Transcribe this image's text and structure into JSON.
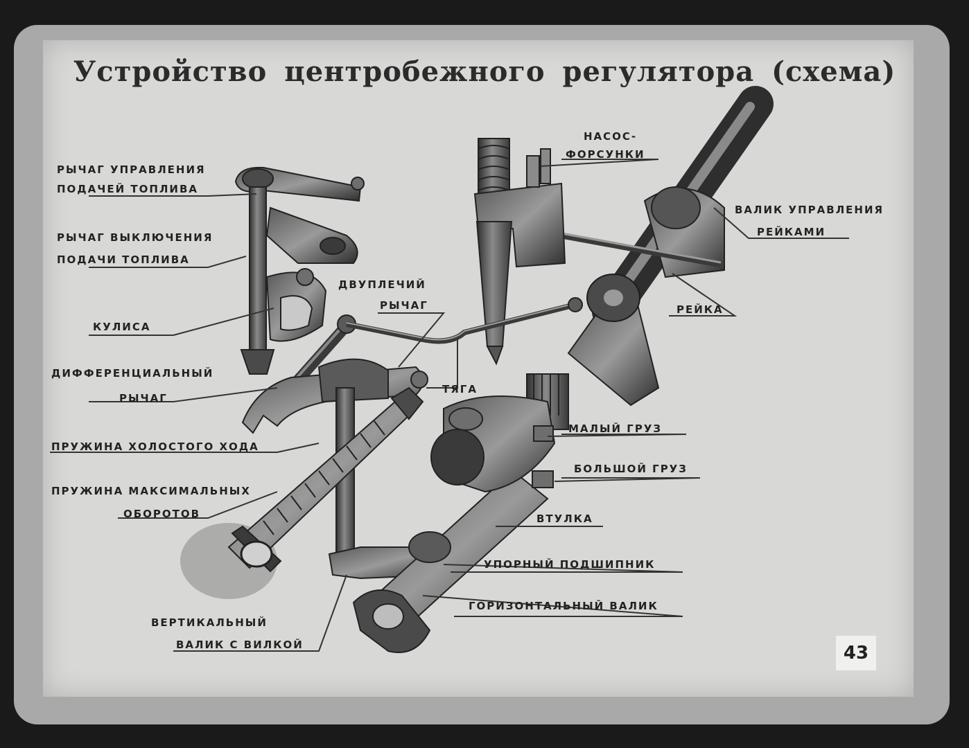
{
  "slide": {
    "title": "Устройство центробежного регулятора (схема)",
    "page_number": "43"
  },
  "labels": {
    "fuel_control_lever_1": "рычаг управления",
    "fuel_control_lever_2": "подачей топлива",
    "fuel_cutoff_lever_1": "рычаг выключения",
    "fuel_cutoff_lever_2": "подачи топлива",
    "link_block": "кулиса",
    "differential_lever_1": "дифференциальный",
    "differential_lever_2": "рычаг",
    "idle_spring": "пружина холостого хода",
    "max_speed_spring_1": "пружина максимальных",
    "max_speed_spring_2": "оборотов",
    "vertical_shaft_1": "вертикальный",
    "vertical_shaft_2": "валик с вилкой",
    "double_lever_1": "двуплечий",
    "double_lever_2": "рычаг",
    "rod": "тяга",
    "pump_injectors_1": "насос-",
    "pump_injectors_2": "форсунки",
    "rack_shaft_1": "валик управления",
    "rack_shaft_2": "рейками",
    "rack": "рейка",
    "small_weight": "малый груз",
    "large_weight": "большой груз",
    "sleeve": "втулка",
    "thrust_bearing": "упорный подшипник",
    "horizontal_shaft": "горизонтальный валик"
  },
  "colors": {
    "metal_dark": "#3a3a3a",
    "metal_mid": "#6e6e6e",
    "metal_light": "#a5a5a5",
    "leader_line": "#333333"
  }
}
